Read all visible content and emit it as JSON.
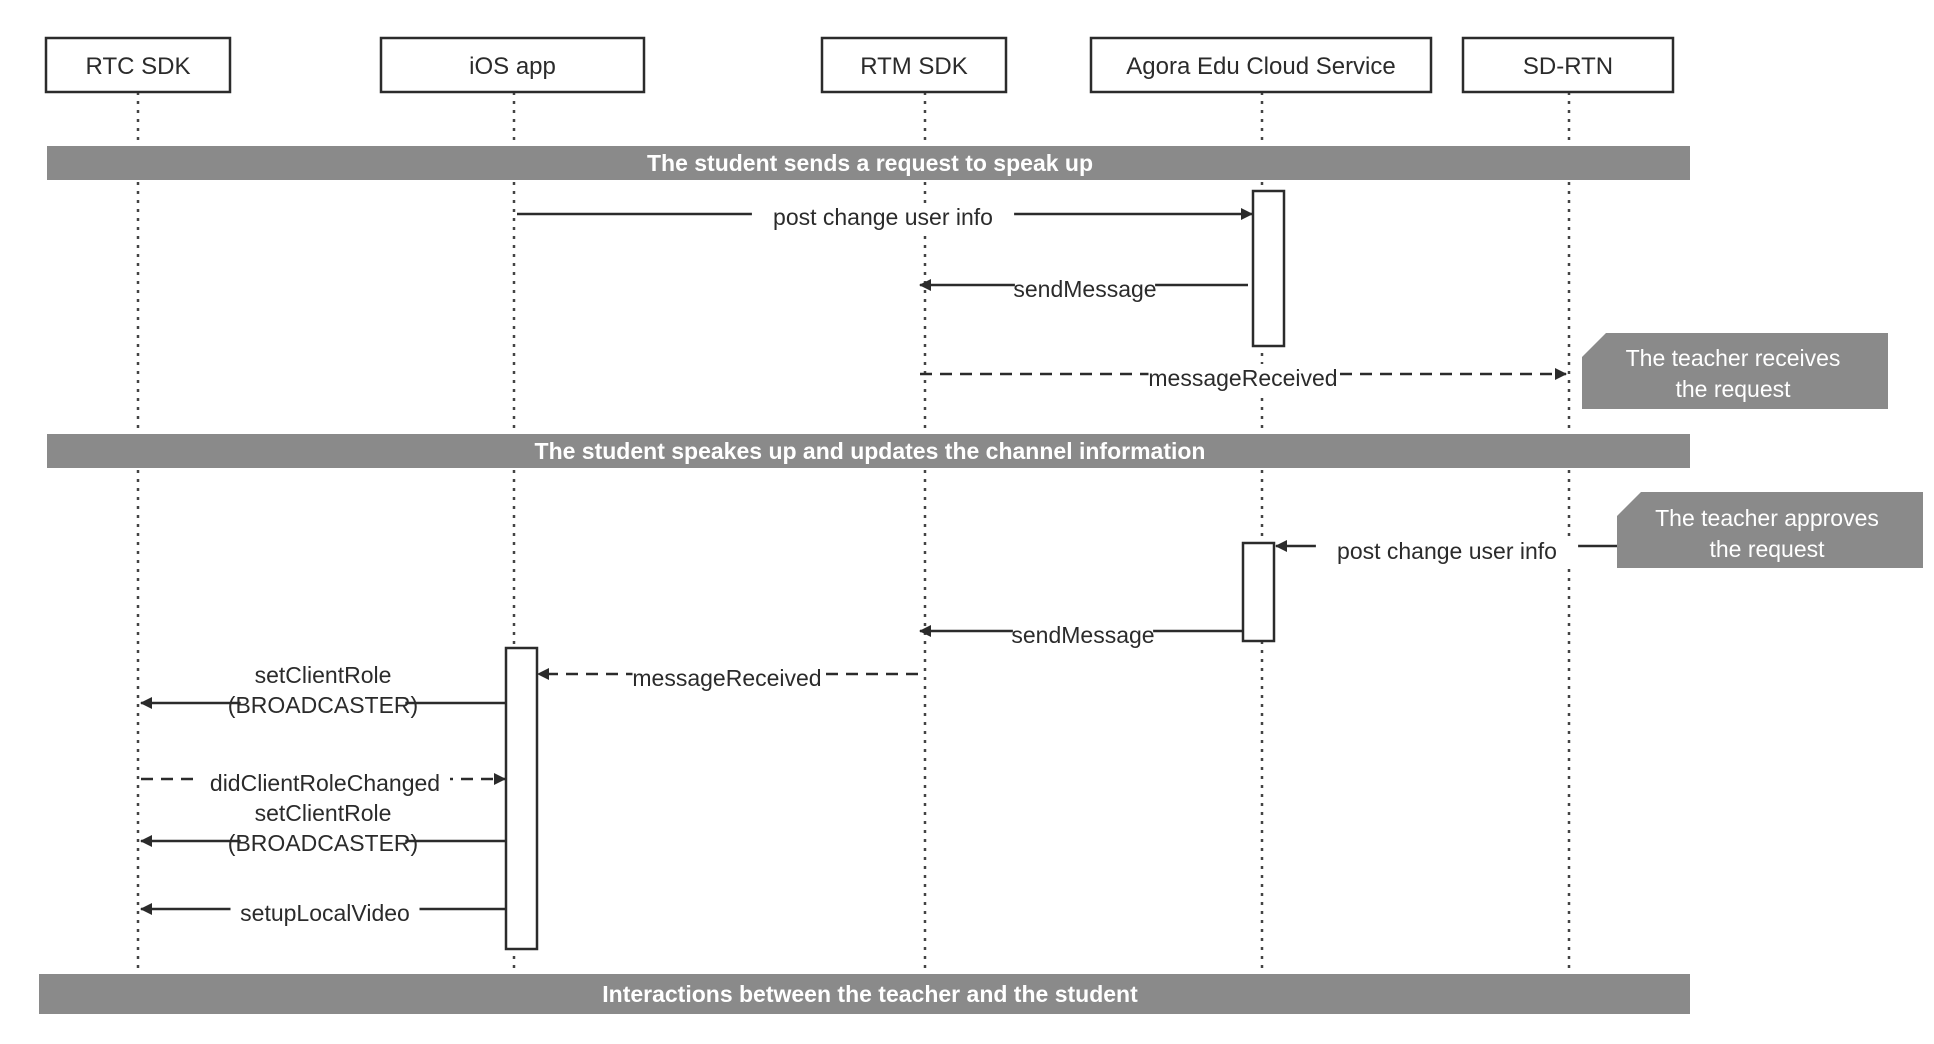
{
  "participants": [
    {
      "id": "rtc",
      "label": "RTC SDK"
    },
    {
      "id": "ios",
      "label": "iOS app"
    },
    {
      "id": "rtm",
      "label": "RTM SDK"
    },
    {
      "id": "cloud",
      "label": "Agora Edu Cloud Service"
    },
    {
      "id": "sdrtn",
      "label": "SD-RTN"
    }
  ],
  "phases": [
    {
      "label": "The student sends a request to speak up"
    },
    {
      "label": "The student speakes up and updates the channel information"
    },
    {
      "label": "Interactions between the teacher and the student"
    }
  ],
  "messages": [
    {
      "from": "ios",
      "to": "cloud",
      "style": "solid",
      "lines": [
        "post change user info"
      ]
    },
    {
      "from": "cloud",
      "to": "rtm",
      "style": "solid",
      "lines": [
        "sendMessage"
      ]
    },
    {
      "from": "rtm",
      "to": "sdrtn",
      "style": "dashed",
      "lines": [
        "messageReceived"
      ]
    },
    {
      "from": "sdrtn",
      "to": "cloud",
      "style": "solid",
      "lines": [
        "post change user info"
      ]
    },
    {
      "from": "cloud",
      "to": "rtm",
      "style": "solid",
      "lines": [
        "sendMessage"
      ]
    },
    {
      "from": "rtm",
      "to": "ios",
      "style": "dashed",
      "lines": [
        "messageReceived"
      ]
    },
    {
      "from": "ios",
      "to": "rtc",
      "style": "solid",
      "lines": [
        "setClientRole",
        "(BROADCASTER)"
      ]
    },
    {
      "from": "rtc",
      "to": "ios",
      "style": "dashed",
      "lines": [
        "didClientRoleChanged"
      ]
    },
    {
      "from": "ios",
      "to": "rtc",
      "style": "solid",
      "lines": [
        "setClientRole",
        "(BROADCASTER)"
      ]
    },
    {
      "from": "ios",
      "to": "rtc",
      "style": "solid",
      "lines": [
        "setupLocalVideo"
      ]
    }
  ],
  "notes": [
    {
      "lines": [
        "The teacher receives",
        "the request"
      ]
    },
    {
      "lines": [
        "The teacher approves",
        "the request"
      ]
    }
  ],
  "colors": {
    "phase_bar": "#8a8a8a",
    "note": "#8a8a8a",
    "line": "#2b2b2b"
  }
}
